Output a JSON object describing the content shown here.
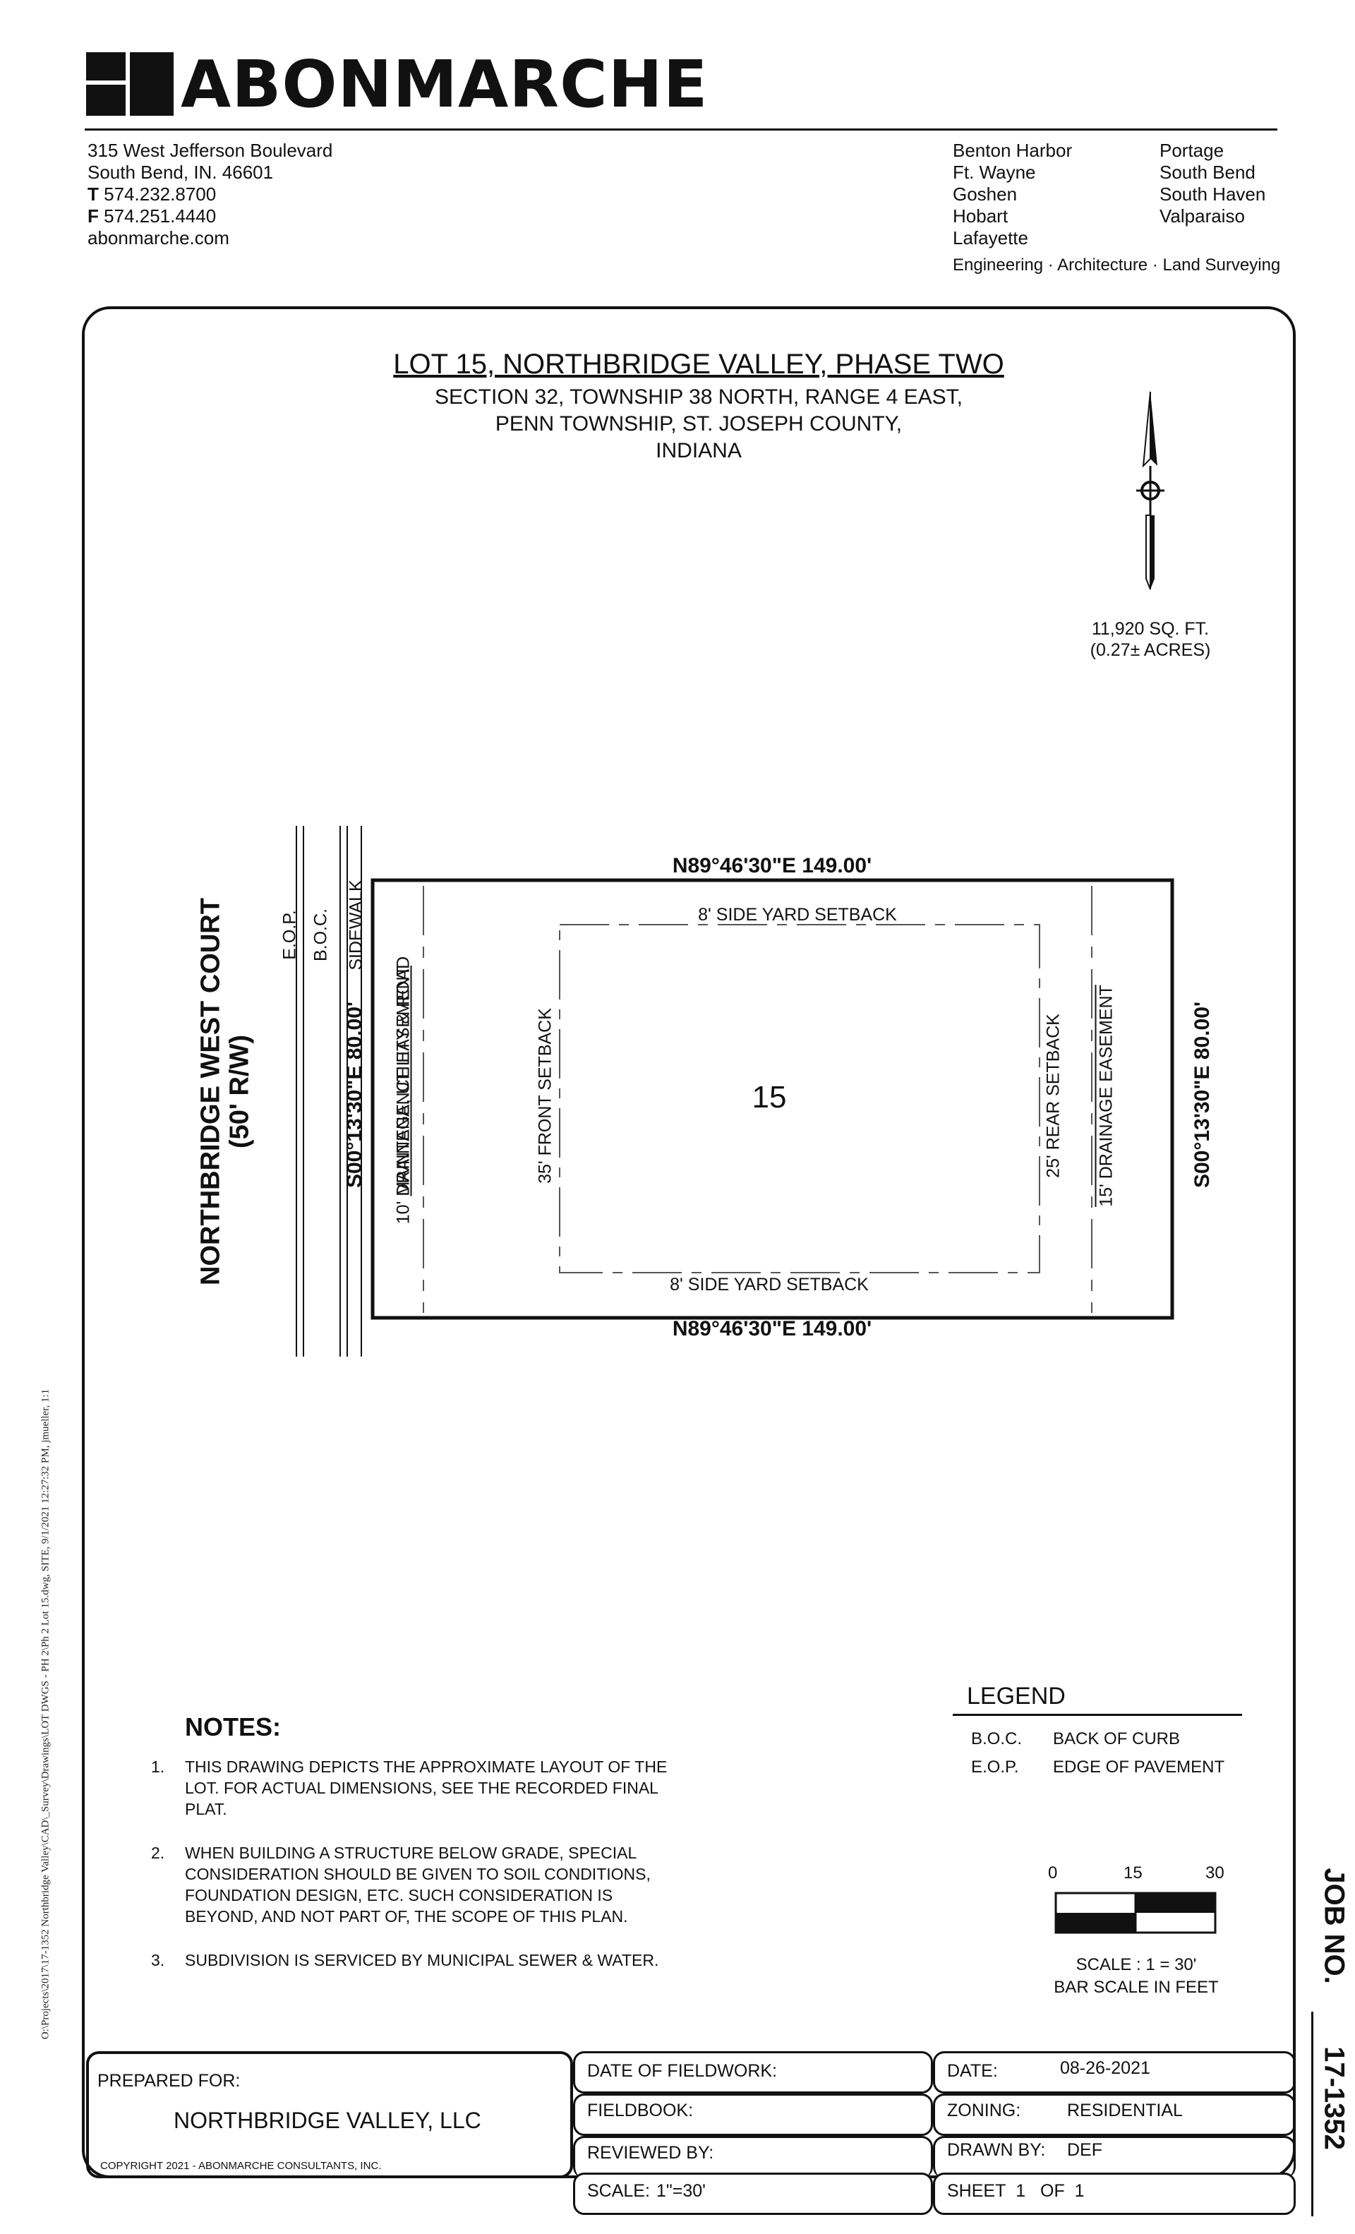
{
  "company": {
    "name": "ABONMARCHE",
    "address": [
      "315 West Jefferson Boulevard",
      "South Bend, IN. 46601"
    ],
    "phone_label": "T",
    "phone": "574.232.8700",
    "fax_label": "F",
    "fax": "574.251.4440",
    "web": "abonmarche.com",
    "offices_col1": [
      "Benton Harbor",
      "Ft. Wayne",
      "Goshen",
      "Hobart",
      "Lafayette"
    ],
    "offices_col2": [
      "Portage",
      "South Bend",
      "South Haven",
      "Valparaiso"
    ],
    "tagline": "Engineering · Architecture · Land Surveying"
  },
  "drawing": {
    "title": "LOT 15,  NORTHBRIDGE VALLEY, PHASE TWO",
    "subtitle": [
      "SECTION 32, TOWNSHIP 38 NORTH, RANGE 4 EAST,",
      "PENN TOWNSHIP, ST. JOSEPH COUNTY,",
      "INDIANA"
    ],
    "area": [
      "11,920 SQ. FT.",
      "(0.27± ACRES)"
    ],
    "lot_number": "15",
    "bearing_top": "N89°46'30\"E 149.00'",
    "bearing_bottom": "N89°46'30\"E 149.00'",
    "bearing_left": "S00°13'30\"E  80.00'",
    "bearing_right": "S00°13'30\"E  80.00'",
    "side_setback_top": "8' SIDE YARD SETBACK",
    "side_setback_bottom": "8' SIDE YARD SETBACK",
    "front_setback": "35' FRONT SETBACK",
    "rear_setback": "25' REAR SETBACK",
    "drainage_easement": "15' DRAINAGE EASEMENT",
    "front_easement_1": "10' DRAINAGE, UTILITY & ROAD",
    "front_easement_2": "MAINTENANCE EASEMENT",
    "street_name": "NORTHBRIDGE WEST COURT",
    "street_row": "(50' R/W)",
    "eop": "E.O.P.",
    "boc": "B.O.C.",
    "sidewalk": "SIDEWALK"
  },
  "notes": {
    "heading": "NOTES:",
    "items": [
      {
        "num": "1.",
        "lines": [
          "THIS DRAWING DEPICTS THE APPROXIMATE LAYOUT OF THE",
          "LOT.  FOR ACTUAL DIMENSIONS, SEE THE RECORDED FINAL",
          "PLAT."
        ]
      },
      {
        "num": "2.",
        "lines": [
          "WHEN BUILDING A STRUCTURE BELOW GRADE, SPECIAL",
          "CONSIDERATION SHOULD BE GIVEN TO SOIL CONDITIONS,",
          "FOUNDATION DESIGN, ETC.  SUCH CONSIDERATION IS",
          "BEYOND, AND NOT PART OF, THE SCOPE OF THIS PLAN."
        ]
      },
      {
        "num": "3.",
        "lines": [
          "SUBDIVISION IS SERVICED BY MUNICIPAL SEWER & WATER."
        ]
      }
    ]
  },
  "legend": {
    "heading": "LEGEND",
    "rows": [
      {
        "abbr": "B.O.C.",
        "desc": "BACK OF CURB"
      },
      {
        "abbr": "E.O.P.",
        "desc": "EDGE OF PAVEMENT"
      }
    ]
  },
  "scale_bar": {
    "ticks": [
      "0",
      "15",
      "30"
    ],
    "scale_text": "SCALE : 1 = 30'",
    "unit_text": "BAR SCALE IN FEET"
  },
  "title_block": {
    "prepared_for_label": "PREPARED FOR:",
    "client": "NORTHBRIDGE VALLEY, LLC",
    "copyright": "COPYRIGHT 2021 - ABONMARCHE CONSULTANTS, INC.",
    "date_fieldwork_label": "DATE OF FIELDWORK:",
    "fieldbook_label": "FIELDBOOK:",
    "reviewed_by_label": "REVIEWED BY:",
    "scale_label": "SCALE:",
    "scale_value": "1\"=30'",
    "date_label": "DATE:",
    "date_value": "08-26-2021",
    "zoning_label": "ZONING:",
    "zoning_value": "RESIDENTIAL",
    "drawn_by_label": "DRAWN BY:",
    "drawn_by_value": "DEF",
    "sheet_label": "SHEET",
    "sheet_num": "1",
    "sheet_of": "OF",
    "sheet_total": "1"
  },
  "job": {
    "label": "JOB NO.",
    "number": "17-1352"
  },
  "file_path": "O:\\Projects\\2017\\17-1352 Northbridge Valley\\CAD\\_Survey\\Drawings\\LOT DWGS - PH 2\\Ph 2 Lot 15.dwg, SITE, 9/1/2021 12:27:32 PM, jmueller, 1:1"
}
